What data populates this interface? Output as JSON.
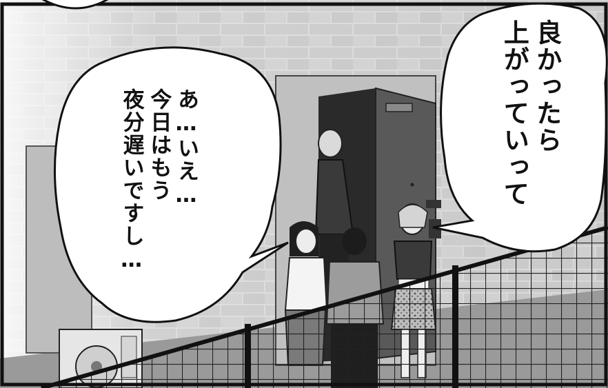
{
  "speech_left": {
    "lines": [
      "あ…いえ…",
      "今日はもう",
      "夜分遅いですし…"
    ]
  },
  "speech_right": {
    "lines": [
      "良かったら",
      "上がっていって"
    ]
  }
}
